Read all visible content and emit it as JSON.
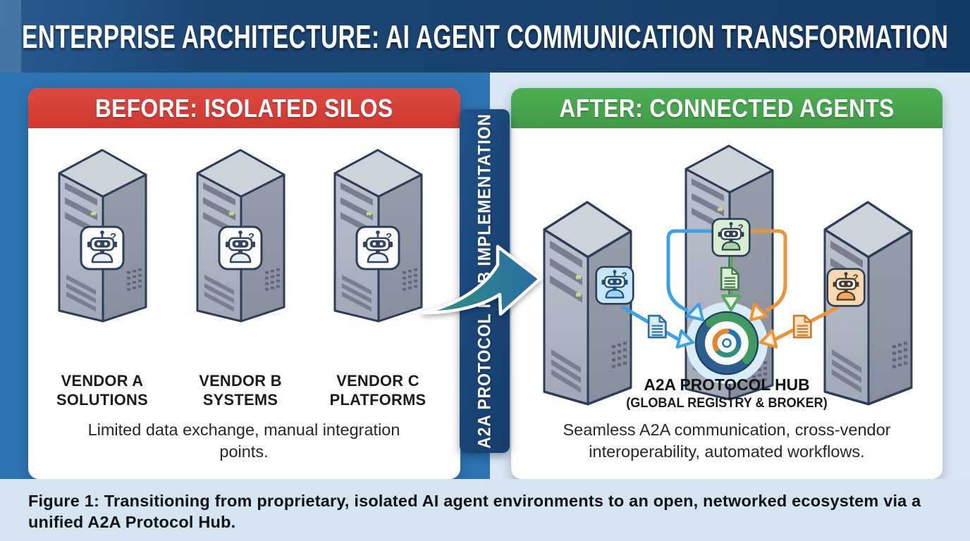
{
  "title": "ENTERPRISE ARCHITECTURE: AI AGENT COMMUNICATION TRANSFORMATION",
  "before_panel": {
    "header": "BEFORE: ISOLATED SILOS",
    "vendors": [
      {
        "line1": "VENDOR A",
        "line2": "SOLUTIONS"
      },
      {
        "line1": "VENDOR B",
        "line2": "SYSTEMS"
      },
      {
        "line1": "VENDOR C",
        "line2": "PLATFORMS"
      }
    ],
    "description": "Limited data exchange, manual integration points."
  },
  "divider": {
    "label": "A2A PROTOCOL HUB IMPLEMENTATION"
  },
  "after_panel": {
    "header": "AFTER: CONNECTED AGENTS",
    "hub_title": "A2A PROTOCOL HUB",
    "hub_subtitle": "(GLOBAL REGISTRY & BROKER)",
    "description": "Seamless A2A communication, cross-vendor interoperability, automated workflows."
  },
  "caption": {
    "line1": "Figure 1: Transitioning from proprietary, isolated AI agent environments to an open, networked ecosystem via a",
    "line2": "unified A2A Protocol Hub."
  },
  "icons": {
    "robot_question_mark": "?"
  },
  "colors": {
    "header_red": "#d6423a",
    "header_green": "#47a44d",
    "banner_navy": "#1c4a7c",
    "bg_left_blue": "#2d74b2",
    "bg_light": "#dbe9f5",
    "agent_blue": "#38a1e8",
    "agent_green": "#57a95c",
    "agent_orange": "#ef9436",
    "server_outline": "#2c3d59"
  }
}
